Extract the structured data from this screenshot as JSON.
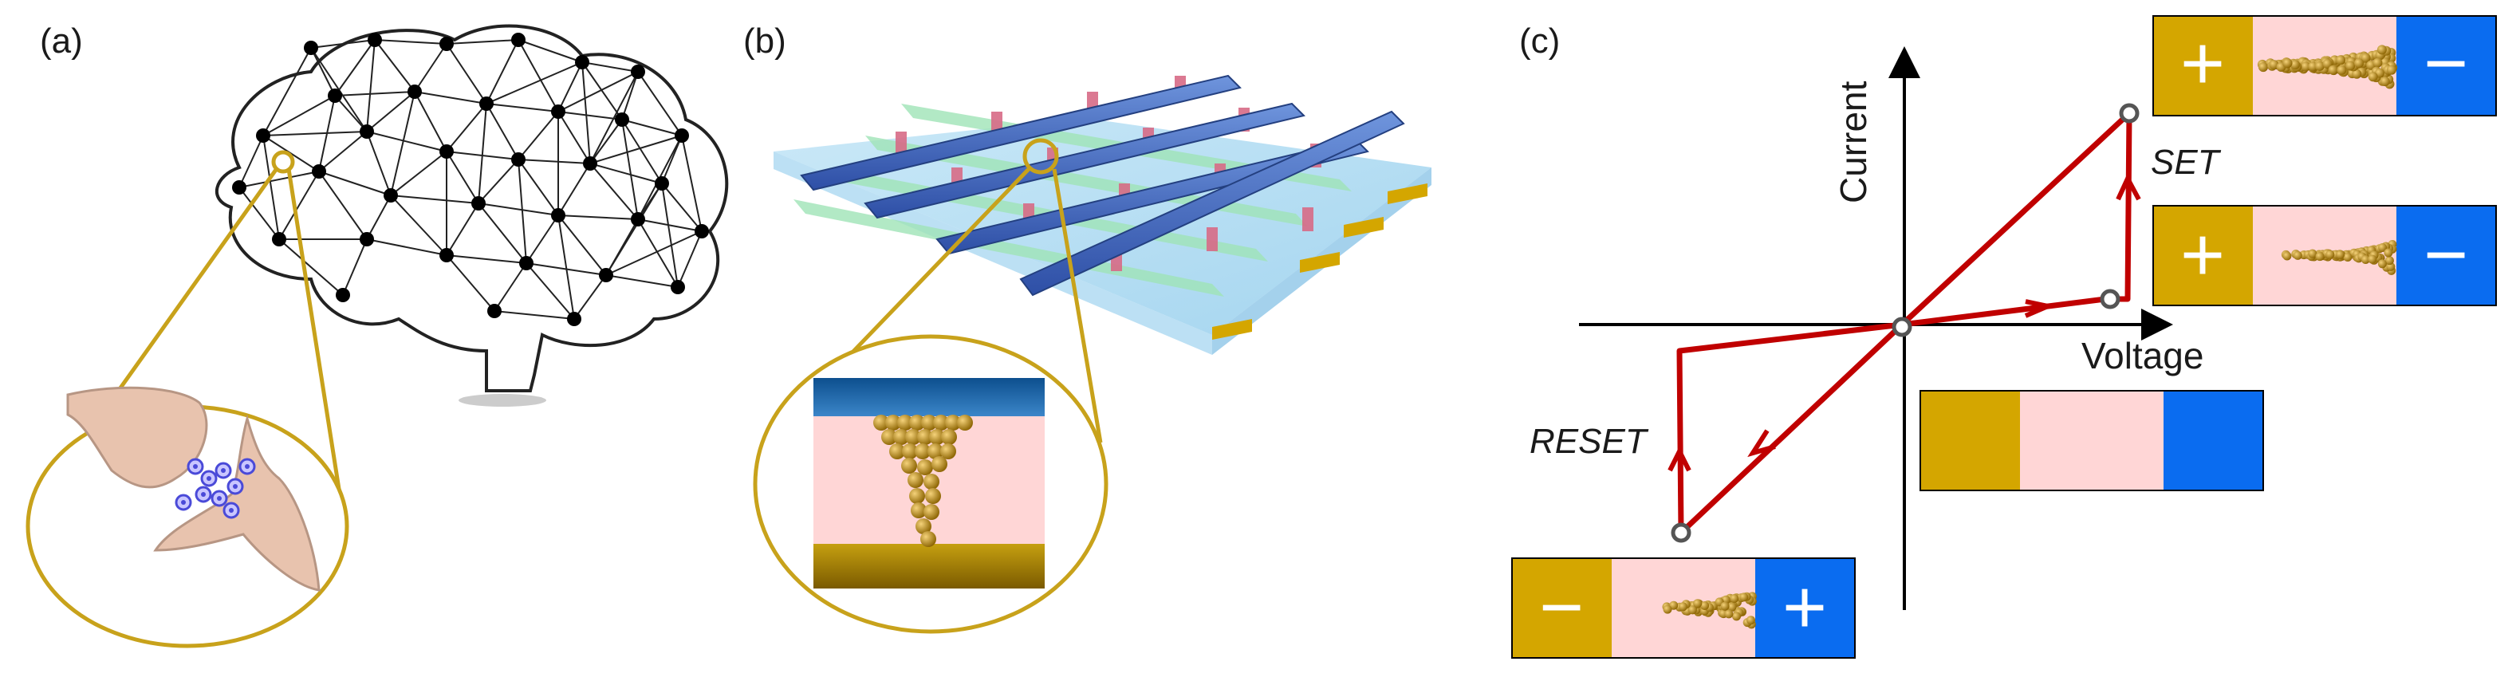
{
  "panels": {
    "a": {
      "label": "(a)"
    },
    "b": {
      "label": "(b)"
    },
    "c": {
      "label": "(c)",
      "axis": {
        "y_label": "Current",
        "x_label": "Voltage"
      },
      "annotations": {
        "set": "SET",
        "reset": "RESET"
      },
      "polarity": {
        "plus": "+",
        "minus": "−"
      }
    }
  },
  "colors": {
    "electrode_active": "#d4a600",
    "insulator": "#ffd6d6",
    "electrode_inert": "#0a6cf0",
    "curve": "#c00000",
    "outline": "#c8a21b",
    "synapse": "#e8c3ae"
  }
}
